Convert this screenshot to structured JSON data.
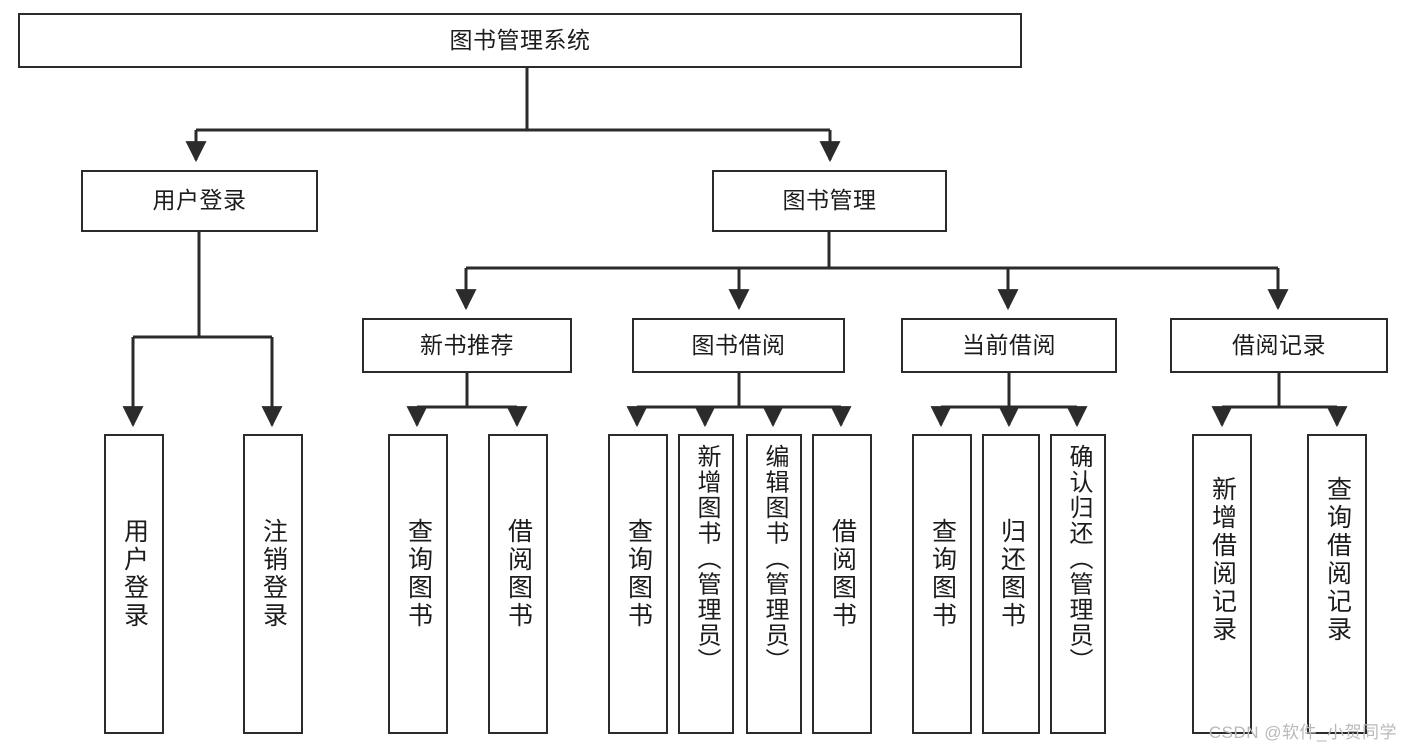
{
  "diagram": {
    "type": "tree-hierarchy",
    "title": "图书管理系统",
    "orientation": "top-down",
    "colors": {
      "stroke": "#2b2b2b",
      "fill": "#ffffff",
      "text": "#1c1c1c",
      "watermark": "#b9b9b9"
    },
    "nodes": {
      "root": {
        "label": "图书管理系统"
      },
      "level2": [
        {
          "label": "用户登录"
        },
        {
          "label": "图书管理"
        }
      ],
      "level3": [
        {
          "label": "新书推荐"
        },
        {
          "label": "图书借阅"
        },
        {
          "label": "当前借阅"
        },
        {
          "label": "借阅记录"
        }
      ],
      "leaves": {
        "user_login": [
          {
            "label": "用户登录"
          },
          {
            "label": "注销登录"
          }
        ],
        "new_book": [
          {
            "label": "查询图书"
          },
          {
            "label": "借阅图书"
          }
        ],
        "book_borrow": [
          {
            "label": "查询图书"
          },
          {
            "label": "新增图书（管理员）"
          },
          {
            "label": "编辑图书（管理员）"
          },
          {
            "label": "借阅图书"
          }
        ],
        "current_borrow": [
          {
            "label": "查询图书"
          },
          {
            "label": "归还图书"
          },
          {
            "label": "确认归还（管理员）"
          }
        ],
        "borrow_record": [
          {
            "label": "新增借阅记录"
          },
          {
            "label": "查询借阅记录"
          }
        ]
      }
    }
  },
  "watermark": {
    "text": "CSDN @软件_小贺同学"
  }
}
